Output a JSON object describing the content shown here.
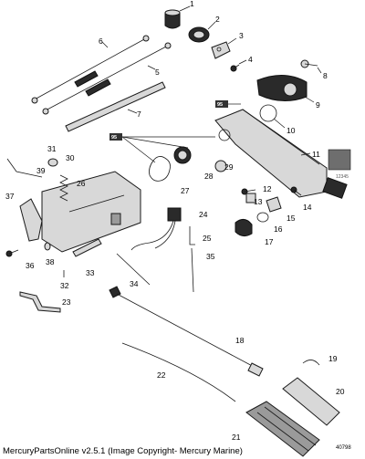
{
  "diagram": {
    "callouts": [
      "1",
      "2",
      "3",
      "4",
      "5",
      "6",
      "7",
      "8",
      "9",
      "10",
      "11",
      "12",
      "13",
      "14",
      "15",
      "16",
      "17",
      "18",
      "19",
      "20",
      "21",
      "22",
      "23",
      "24",
      "25",
      "26",
      "27",
      "28",
      "29",
      "30",
      "31",
      "32",
      "33",
      "34",
      "35",
      "36",
      "37",
      "38",
      "39"
    ],
    "lubricant_flag": "95",
    "drawing_code": "12345",
    "partial_code": "40798"
  },
  "footer": {
    "caption": "MercuryPartsOnline v2.5.1 (Image Copyright- Mercury Marine)"
  }
}
